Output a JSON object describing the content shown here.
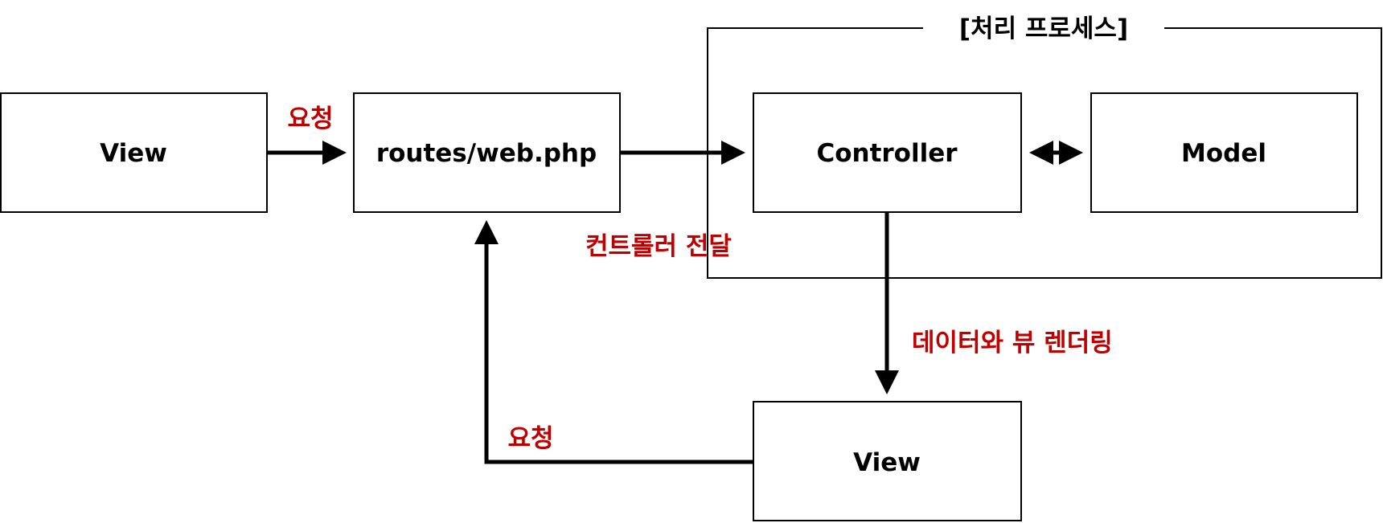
{
  "group": {
    "title": "[처리 프로세스]"
  },
  "nodes": {
    "view_top": "View",
    "routes": "routes/web.php",
    "controller": "Controller",
    "model": "Model",
    "view_bottom": "View"
  },
  "edges": {
    "request_top": "요청",
    "to_controller": "컨트롤러 전달",
    "render": "데이터와 뷰 렌더링",
    "request_bottom": "요청"
  },
  "colors": {
    "label_red": "#c00000",
    "line": "#000000"
  }
}
